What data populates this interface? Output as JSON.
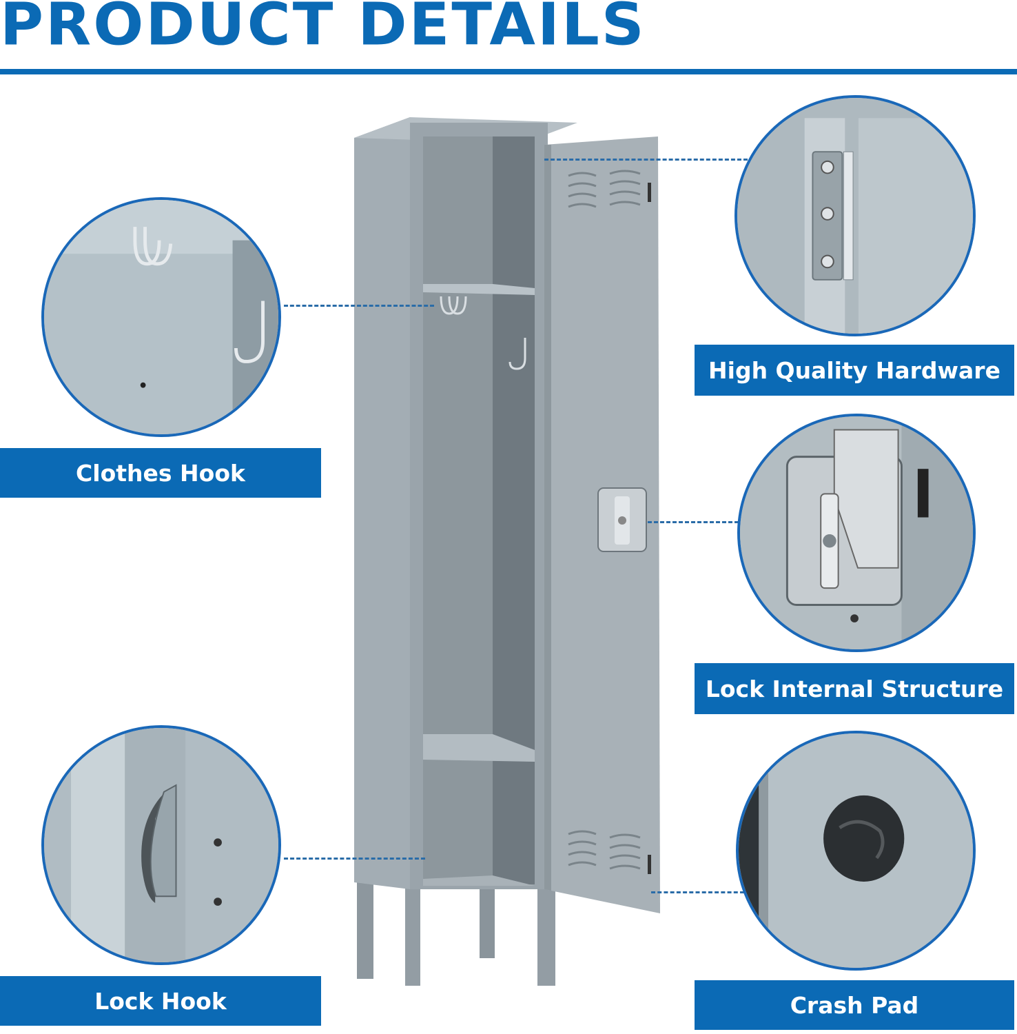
{
  "header": {
    "title": "PRODUCT DETAILS"
  },
  "colors": {
    "accent": "#0b6ab5",
    "locker_gray": "#9aa4ab"
  },
  "features": [
    {
      "label": "Clothes Hook",
      "icon": "clothes-hook-icon"
    },
    {
      "label": "High Quality Hardware",
      "icon": "hinge-icon"
    },
    {
      "label": "Lock Internal Structure",
      "icon": "lock-mechanism-icon"
    },
    {
      "label": "Lock Hook",
      "icon": "lock-hook-icon"
    },
    {
      "label": "Crash Pad",
      "icon": "crash-pad-icon"
    }
  ]
}
